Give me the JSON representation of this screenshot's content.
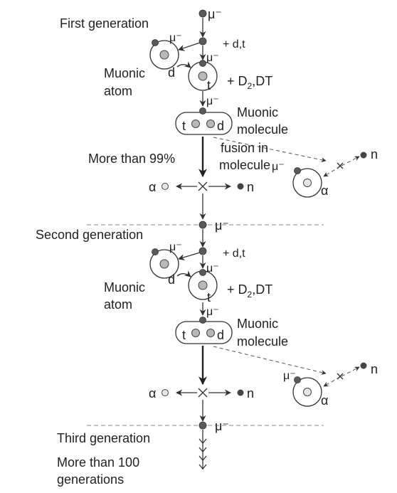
{
  "gen1": {
    "label": "First generation",
    "mu_top": "μ⁻",
    "mu_captured": "μ⁻",
    "mu_atom": "μ⁻",
    "mu_molecule": "μ⁻",
    "reactants_dt": "+ d,t",
    "reactants_d2_main": "+ D",
    "reactants_d2_sub": "2",
    "reactants_d2_tail": ",DT",
    "d_label": "d",
    "t_label": "t",
    "muonic_atom_line1": "Muonic",
    "muonic_atom_line2": "atom",
    "muonic_molecule_line1": "Muonic",
    "muonic_molecule_line2": "molecule",
    "mol_t": "t",
    "mol_d": "d",
    "fraction": "More than 99%",
    "sticking_line1": "fusion in",
    "sticking_line2": "molecule",
    "sticking_mu": "μ⁻",
    "sticking_alpha": "α",
    "sticking_n": "n",
    "alpha": "α",
    "n": "n"
  },
  "gen2": {
    "mu_top": "μ⁻",
    "label": "Second generation",
    "mu_captured": "μ⁻",
    "mu_atom": "μ⁻",
    "mu_molecule": "μ⁻",
    "reactants_dt": "+ d,t",
    "reactants_d2_main": "+ D",
    "reactants_d2_sub": "2",
    "reactants_d2_tail": ",DT",
    "d_label": "d",
    "t_label": "t",
    "muonic_atom_line1": "Muonic",
    "muonic_atom_line2": "atom",
    "muonic_molecule_line1": "Muonic",
    "muonic_molecule_line2": "molecule",
    "mol_t": "t",
    "mol_d": "d",
    "sticking_mu": "μ⁻",
    "sticking_alpha": "α",
    "sticking_n": "n",
    "alpha": "α",
    "n": "n"
  },
  "gen3": {
    "mu_top": "μ⁻",
    "label": "Third generation",
    "more_line1": "More than 100",
    "more_line2": "generations"
  }
}
